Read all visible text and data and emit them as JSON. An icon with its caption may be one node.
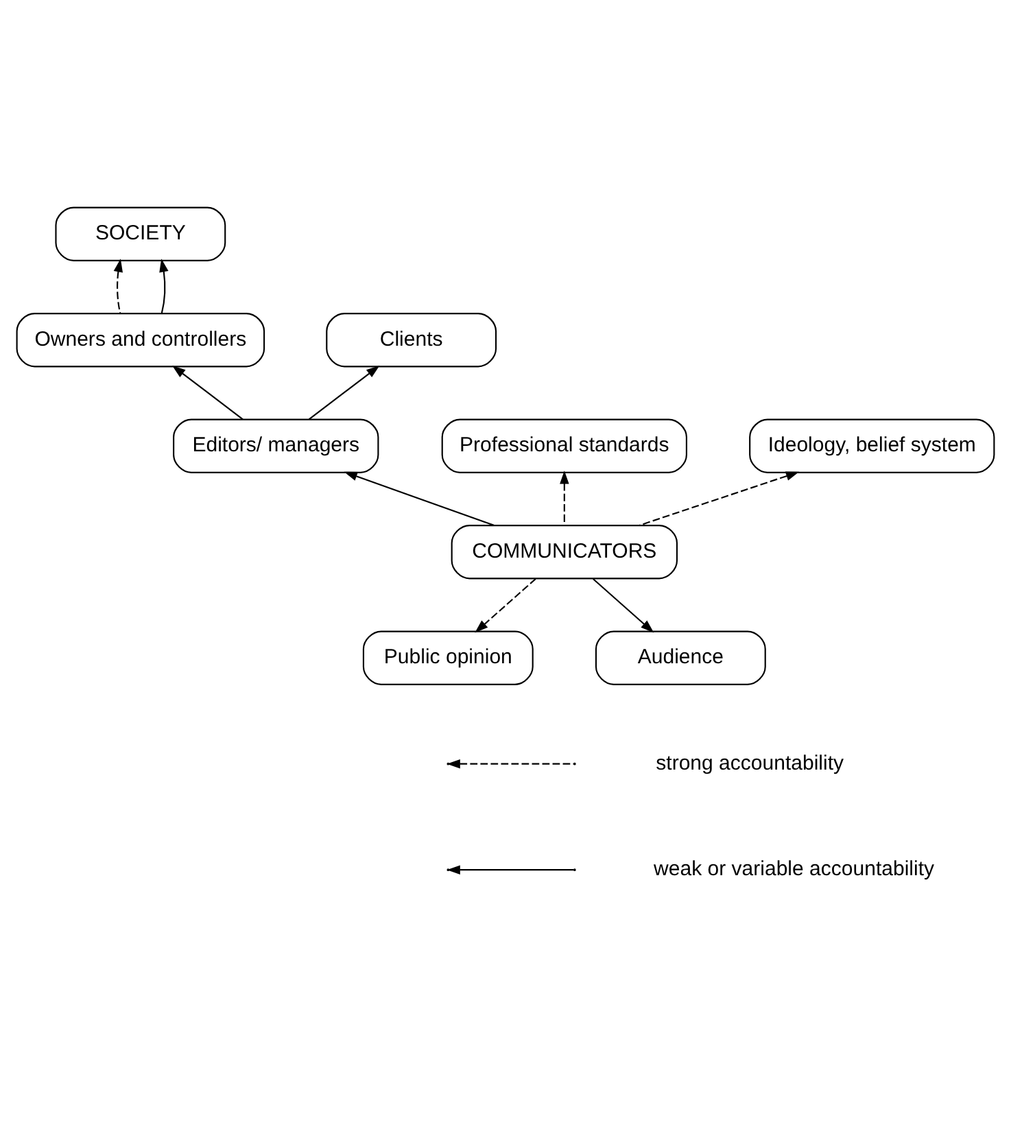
{
  "diagram": {
    "nodes": [
      {
        "text": [
          "SOCIETY"
        ]
      },
      {
        "text": [
          "Owners and controllers"
        ]
      },
      {
        "text": [
          "Clients"
        ]
      },
      {
        "text": [
          "Editors/ managers"
        ]
      },
      {
        "text": [
          "Professional standards"
        ]
      },
      {
        "text": [
          "Ideology, belief system"
        ]
      },
      {
        "text": [
          "COMMUNICATORS"
        ]
      },
      {
        "text": [
          "Public opinion"
        ]
      },
      {
        "text": [
          "Audience"
        ]
      }
    ],
    "edges": [
      {
        "from": 1,
        "to": 0,
        "arrow": "to",
        "style": "dashed"
      },
      {
        "from": 1,
        "to": 0,
        "arrow": "to"
      },
      {
        "from": 3,
        "to": 1,
        "arrow": "to"
      },
      {
        "from": 3,
        "to": 2,
        "arrow": "to"
      },
      {
        "from": 6,
        "to": 3,
        "arrow": "to"
      },
      {
        "from": 6,
        "to": 4,
        "arrow": "to",
        "style": "dashed"
      },
      {
        "from": 6,
        "to": 5,
        "arrow": "to",
        "style": "dashed"
      },
      {
        "from": 6,
        "to": 7,
        "arrow": "to",
        "style": "dashed"
      },
      {
        "from": 6,
        "to": 8,
        "arrow": "to"
      }
    ],
    "legend": [
      {
        "text": "strong accountability"
      },
      {
        "text": "weak or variable accountability"
      }
    ]
  }
}
